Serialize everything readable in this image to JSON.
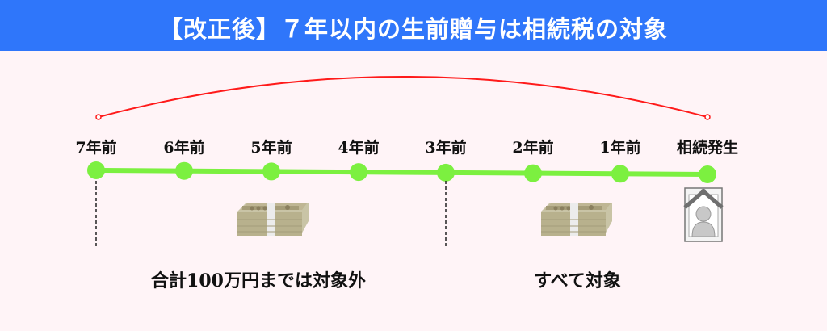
{
  "header": {
    "title": "【改正後】７年以内の生前贈与は相続税の対象"
  },
  "timeline": {
    "labels": [
      "7年前",
      "6年前",
      "5年前",
      "4年前",
      "3年前",
      "2年前",
      "1年前",
      "相続発生"
    ]
  },
  "notes": {
    "left": "合計100万円までは対象外",
    "right": "すべて対象"
  },
  "colors": {
    "header": "#2f76fa",
    "node": "#7cf040",
    "arc": "#ff1a1a",
    "background": "#fff4f7"
  }
}
